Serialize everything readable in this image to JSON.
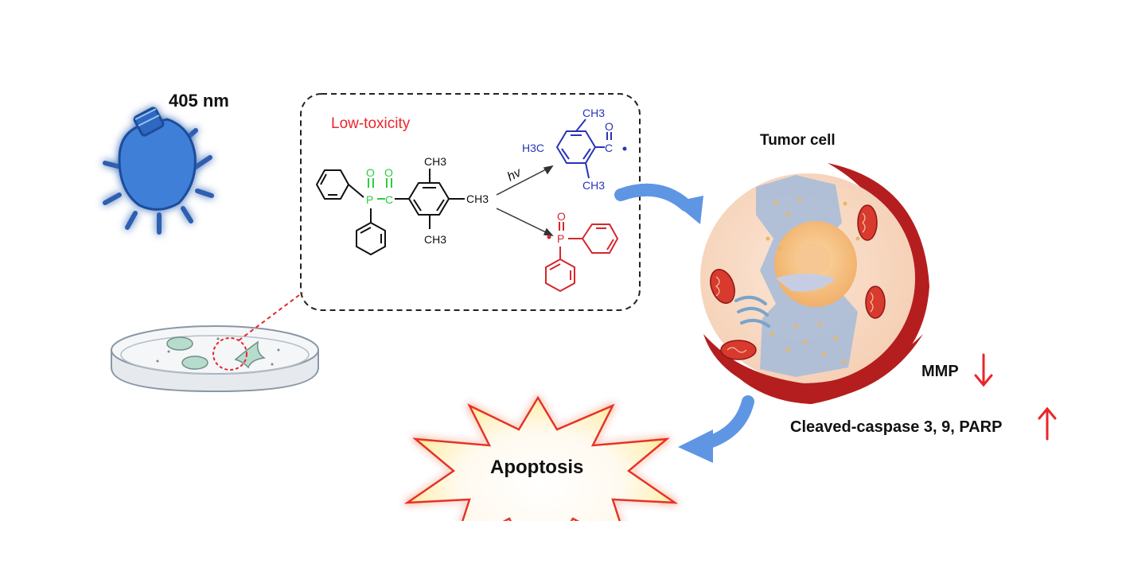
{
  "wavelength_label": "405 nm",
  "toxicity_label": "Low-toxicity",
  "reaction": {
    "light_label": "hv",
    "methyl_labels": [
      "CH3",
      "CH3",
      "CH3",
      "H3C",
      "CH3",
      "CH3"
    ],
    "carbonyl_oxygen": "O",
    "carbon_label": "C",
    "phosphorus_label": "P"
  },
  "tumor_label": "Tumor cell",
  "mmp": {
    "label": "MMP",
    "direction": "down"
  },
  "markers": {
    "label": "Cleaved-caspase 3, 9, PARP",
    "direction": "up"
  },
  "outcome_label": "Apoptosis",
  "colors": {
    "bulb_blue": "#3f7fd8",
    "accent_red": "#e8262b",
    "phosphine_green": "#2ecc40",
    "radical_blue": "#2833b8",
    "flow_arrow_blue": "#5e96e4",
    "cell_red": "#b51e1e"
  }
}
